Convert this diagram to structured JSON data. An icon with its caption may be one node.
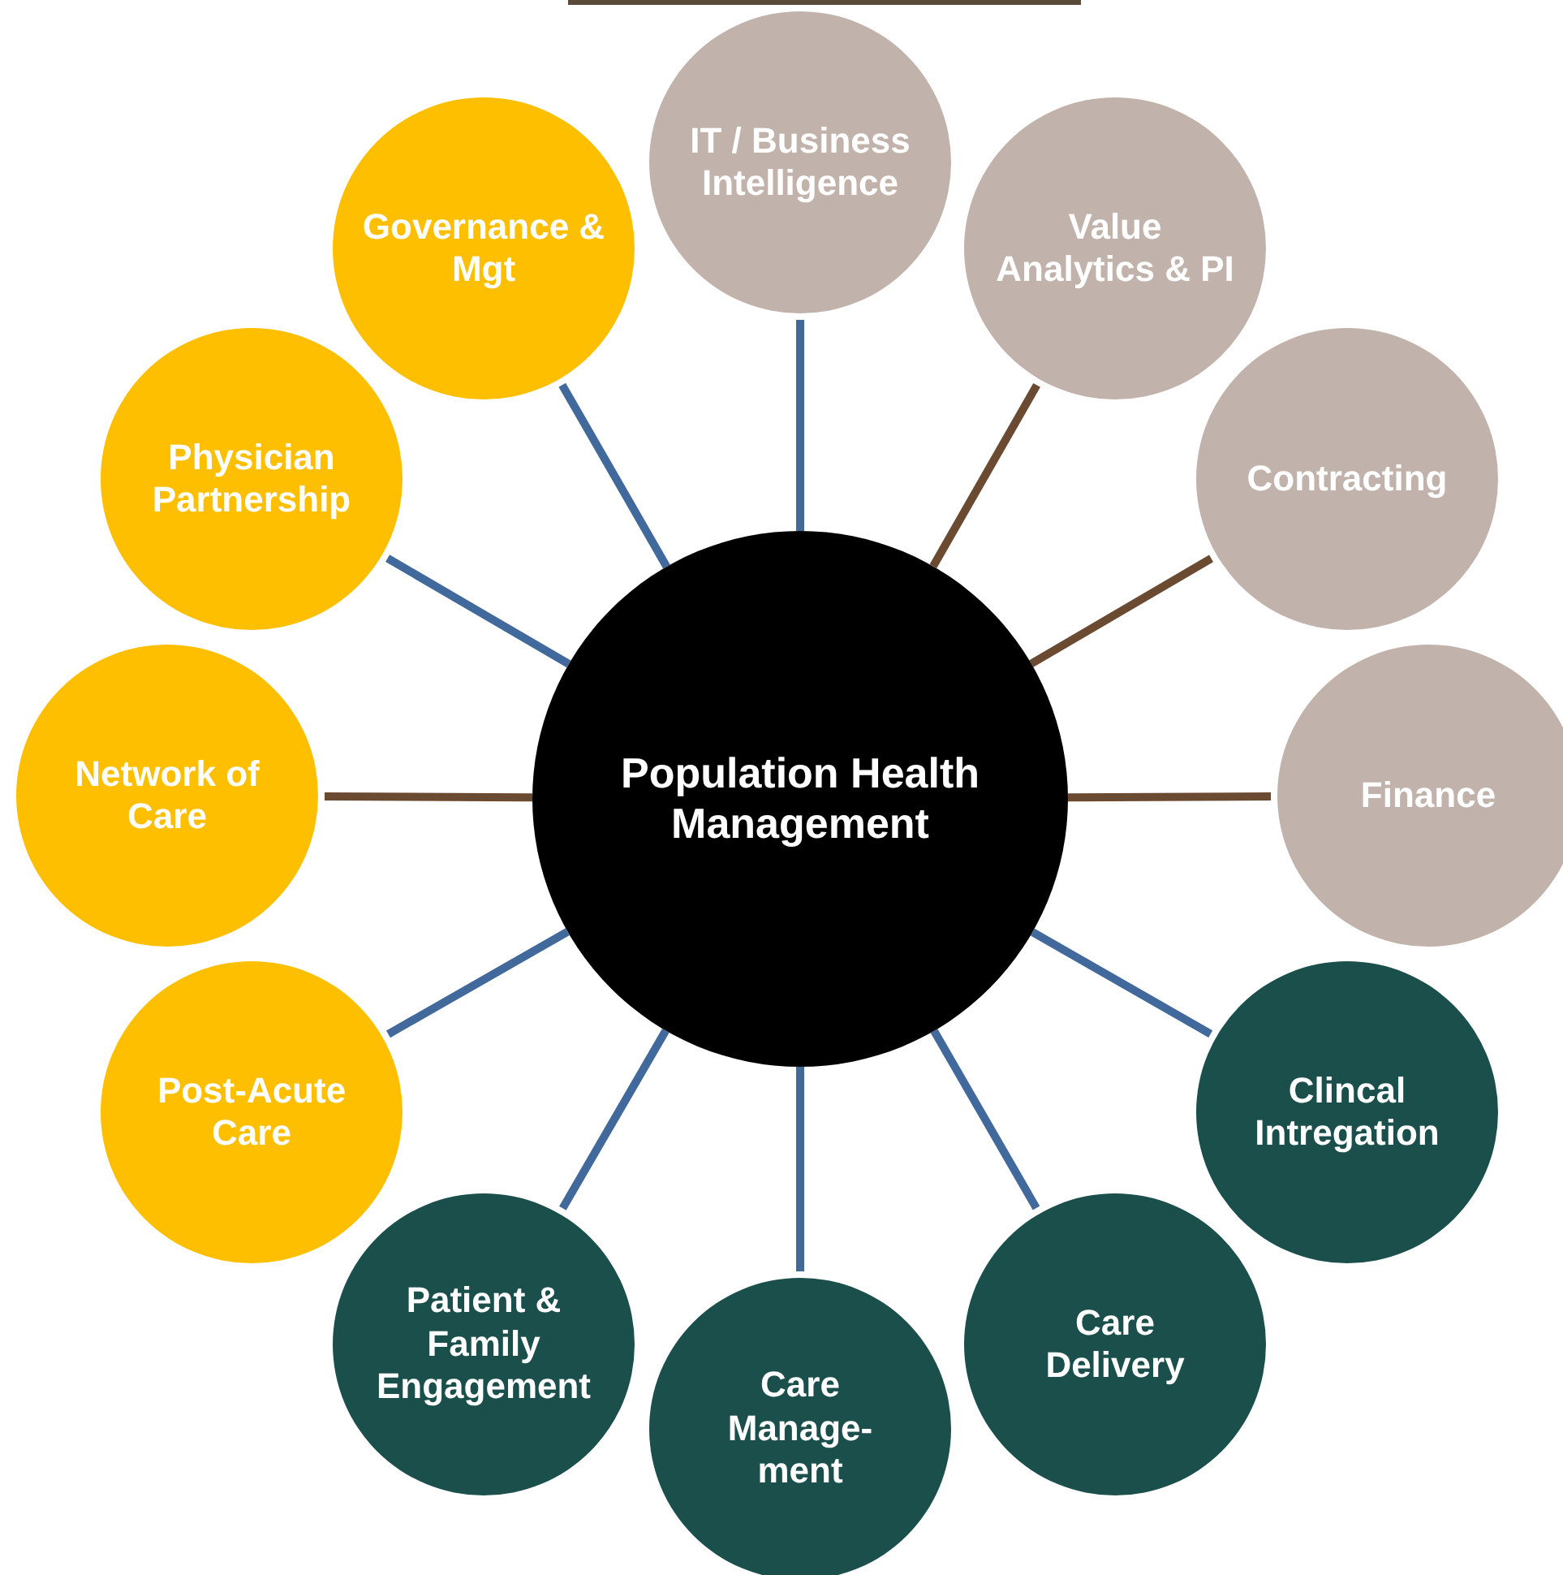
{
  "diagram": {
    "nodes": [
      {
        "text": [
          "Population Health Management"
        ]
      },
      {
        "text": [
          "IT / Business Intelligence"
        ]
      },
      {
        "text": [
          "Value Analytics & PI"
        ]
      },
      {
        "text": [
          "Contracting"
        ]
      },
      {
        "text": [
          "Finance"
        ]
      },
      {
        "text": [
          "Clincal Intregation"
        ]
      },
      {
        "text": [
          "Care Delivery"
        ]
      },
      {
        "text": [
          "Care Manage- ment"
        ]
      },
      {
        "text": [
          "Patient & Family Engagement"
        ]
      },
      {
        "text": [
          "Post-Acute Care"
        ]
      },
      {
        "text": [
          "Network of Care"
        ]
      },
      {
        "text": [
          "Physician Partnership"
        ]
      },
      {
        "text": [
          "Governance & Mgt"
        ]
      }
    ],
    "edges": [
      {
        "from": 0,
        "to": 1,
        "arrow": "none"
      },
      {
        "from": 0,
        "to": 2,
        "arrow": "none",
        "color": "#6b4a32"
      },
      {
        "from": 0,
        "to": 3,
        "arrow": "none",
        "color": "#6b4a32"
      },
      {
        "from": 0,
        "to": 4,
        "arrow": "none",
        "color": "#6b4a32"
      },
      {
        "from": 0,
        "to": 5,
        "arrow": "none"
      },
      {
        "from": 0,
        "to": 6,
        "arrow": "none"
      },
      {
        "from": 0,
        "to": 7,
        "arrow": "none"
      },
      {
        "from": 0,
        "to": 8,
        "arrow": "none"
      },
      {
        "from": 0,
        "to": 9,
        "arrow": "none"
      },
      {
        "from": 0,
        "to": 10,
        "arrow": "none",
        "color": "#6b4a32"
      },
      {
        "from": 0,
        "to": 11,
        "arrow": "none"
      },
      {
        "from": 0,
        "to": 12,
        "arrow": "none"
      }
    ]
  }
}
